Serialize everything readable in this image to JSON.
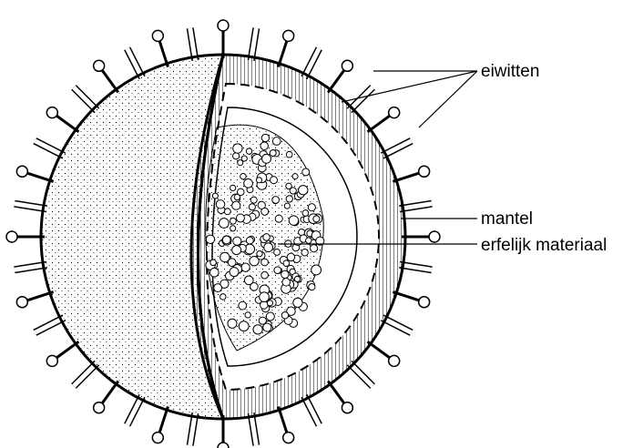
{
  "labels": {
    "proteins": "eiwitten",
    "coat": "mantel",
    "genetic_material": "erfelijk materiaal"
  },
  "colors": {
    "ink": "#000000",
    "paper": "#ffffff"
  }
}
